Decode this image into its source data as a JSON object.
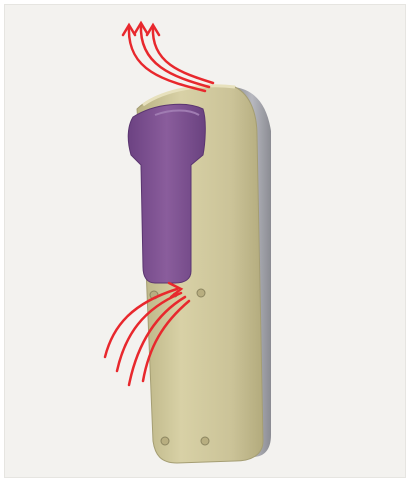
{
  "figure": {
    "subject": "handheld-device-3d-render",
    "colors": {
      "background": "#f3f2ef",
      "body_front": "#cfc79a",
      "body_side": "#9e9fa6",
      "clip": "#7a4f8c",
      "airflow_arrows": "#e8282d"
    },
    "arrows": {
      "top_outflow_count": 3,
      "bottom_inflow_count": 4
    }
  }
}
